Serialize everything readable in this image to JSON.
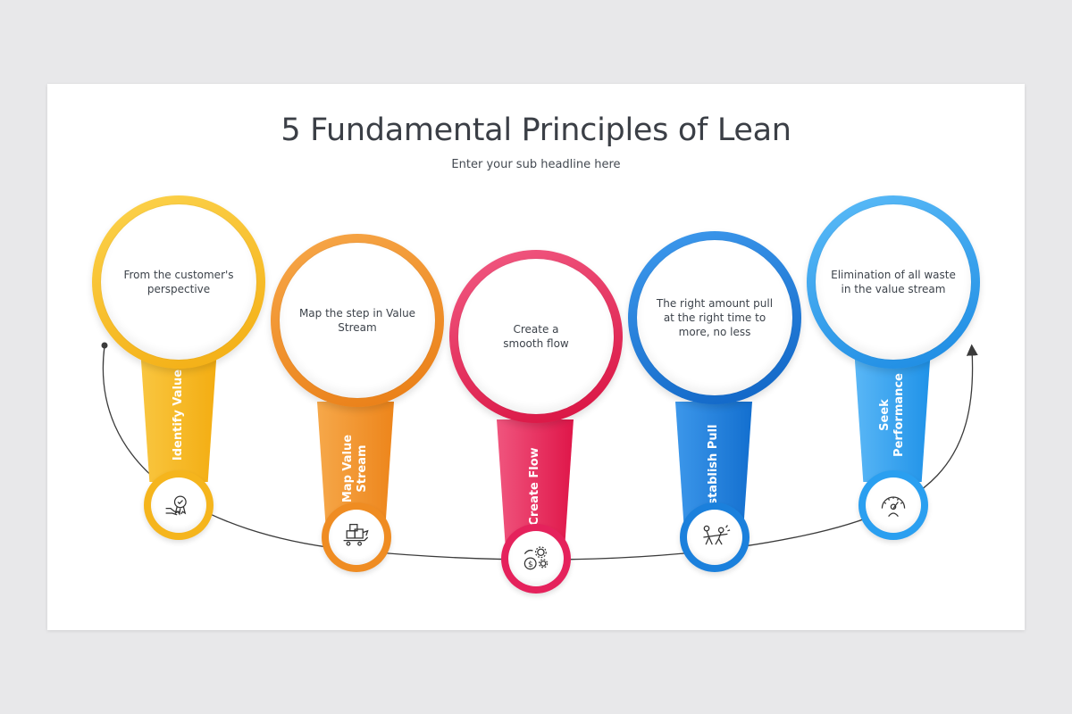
{
  "header": {
    "title": "5 Fundamental Principles of Lean",
    "subtitle": "Enter your sub headline here"
  },
  "principles": [
    {
      "label": "Identify Value",
      "description": "From the customer's perspective",
      "color": "#f5b51d",
      "icon": "award-hand-icon"
    },
    {
      "label": "Map Value Stream",
      "description": "Map the step in Value Stream",
      "color": "#ef8c22",
      "icon": "boxes-cart-icon"
    },
    {
      "label": "Create Flow",
      "description": "Create a smooth flow",
      "color": "#e5225c",
      "icon": "money-gears-icon"
    },
    {
      "label": "Establish Pull",
      "description": "The right amount pull at the right time to more, no less",
      "color": "#1b80dc",
      "icon": "tug-of-war-icon"
    },
    {
      "label": "Seek Performance",
      "description": "Elimination of all waste in the value stream",
      "color": "#2a9ff0",
      "icon": "gauge-person-icon"
    }
  ]
}
